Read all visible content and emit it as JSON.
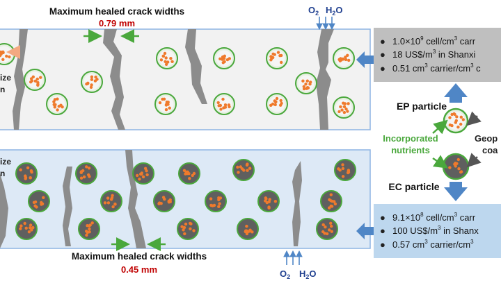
{
  "top_panel": {
    "title": "Maximum healed crack widths",
    "width_value": "0.79 mm",
    "left_cut_a": "ize",
    "left_cut_b": "n",
    "gas_o": "O",
    "gas_o_sub": "2",
    "gas_h": "H",
    "gas_h_sub": "2",
    "gas_o_end": "O"
  },
  "bottom_panel": {
    "title": "Maximum healed crack widths",
    "width_value": "0.45 mm",
    "left_cut_a": "ize",
    "left_cut_b": "n",
    "gas_o": "O",
    "gas_o_sub": "2",
    "gas_h": "H",
    "gas_h_sub": "2",
    "gas_h_end": "O"
  },
  "ep_info": {
    "line1_pre": "1.0×10",
    "line1_exp": "9",
    "line1_post": " cell/cm",
    "line1_exp2": "3",
    "line1_tail": " carr",
    "line2_pre": "18 US$/m",
    "line2_exp": "3",
    "line2_post": " in Shanxi",
    "line3_pre": "0.51 cm",
    "line3_exp": "3",
    "line3_post": " carrier/cm",
    "line3_exp2": "3",
    "line3_tail": " c"
  },
  "ec_info": {
    "line1_pre": "9.1×10",
    "line1_exp": "8",
    "line1_post": " cell/cm",
    "line1_exp2": "3",
    "line1_tail": " carr",
    "line2_pre": "100 US$/m",
    "line2_exp": "3",
    "line2_post": " in Shanx",
    "line3_pre": "0.57 cm",
    "line3_exp": "3",
    "line3_post": " carrier/cm",
    "line3_exp2": "3"
  },
  "legend": {
    "ep_label": "EP particle",
    "ec_label": "EC particle",
    "nutrients_line1": "Incorporated",
    "nutrients_line2": "nutrients",
    "geo_line1": "Geop",
    "geo_line2": "coa"
  },
  "colors": {
    "panel_top_fill": "#f2f2f2",
    "panel_bottom_fill": "#dde9f6",
    "panel_border": "#8eb4e3",
    "crack": "#8c8c8c",
    "info_box": "#bfbfbf",
    "info_box_bottom": "#bdd7ee",
    "blue_arrow": "#4f86c6",
    "green": "#4aa83c",
    "orange": "#ef7a2c",
    "dark_particle": "#5f5f5f",
    "red_value": "#c00000",
    "navy_text": "#1f3f8f"
  },
  "icons": [
    "bullet-icon",
    "up-arrow-icon",
    "down-arrow-icon",
    "left-arrow-icon",
    "green-arrow-icon",
    "gray-arrow-icon"
  ]
}
